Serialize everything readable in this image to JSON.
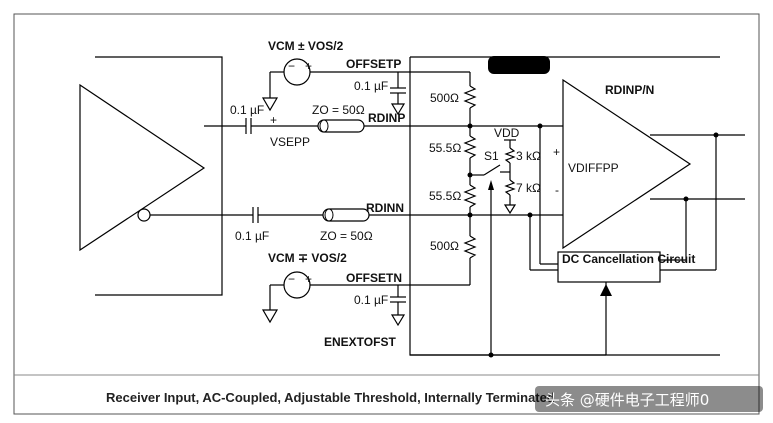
{
  "labels": {
    "vcm_top": "VCM ± VOS/2",
    "offsetp": "OFFSETP",
    "cap_top_offset": "0.1 µF",
    "cap_in_p": "0.1 µF",
    "zo_p": "ZO = 50Ω",
    "rdinp": "RDINP",
    "vsepp": "VSEPP",
    "plus_p": "+",
    "r500_top": "500Ω",
    "r55_top": "55.5Ω",
    "r55_bot": "55.5Ω",
    "r500_bot": "500Ω",
    "vdd": "VDD",
    "s1": "S1",
    "r3k": "3 kΩ",
    "r7k": "7 kΩ",
    "rdinpn": "RDINP/N",
    "vdiffpp": "VDIFFPP",
    "amp_plus": "+",
    "amp_minus": "-",
    "rdinn": "RDINN",
    "cap_in_n": "0.1 µF",
    "zo_n": "ZO = 50Ω",
    "dc_cancel": "DC Cancellation Circuit",
    "vcm_bot": "VCM ∓ VOS/2",
    "offsetn": "OFFSETN",
    "cap_bot_offset": "0.1 µF",
    "enextofst": "ENEXTOFST",
    "src_top_minus": "−",
    "src_top_plus": "+",
    "src_bot_minus": "−",
    "src_bot_plus": "+"
  },
  "caption": "Receiver Input, AC-Coupled, Adjustable Threshold, Internally Terminated",
  "watermark": "头条 @硬件电子工程师0"
}
